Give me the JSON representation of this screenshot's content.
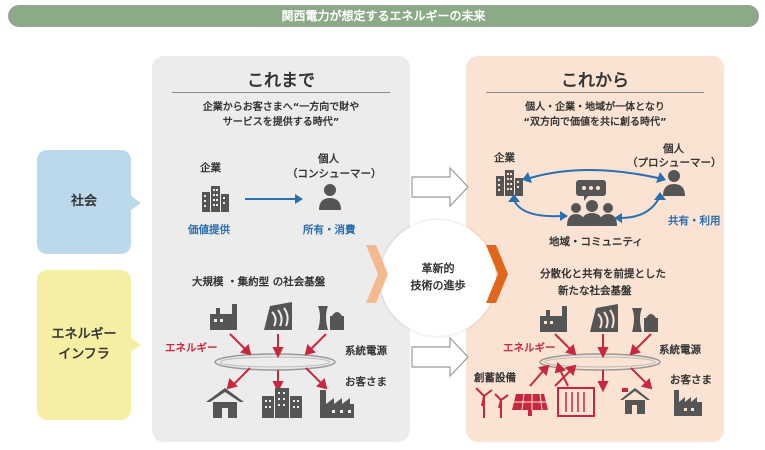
{
  "title": "関西電力が想定するエネルギーの未来",
  "left_panel": {
    "heading": "これまで",
    "subtitle_line1": "企業からお客さまへ“一方向で財や",
    "subtitle_line2": "サービスを提供する時代”",
    "company_label": "企業",
    "individual_label": "個人",
    "consumer_label": "（コンシューマー）",
    "value_label": "価値提供",
    "ownership_label": "所有・消費",
    "infra_label": "大規模 ・集約型 の社会基盤",
    "energy_label": "エネルギー",
    "grid_label": "系統電源",
    "customer_label": "お客さま"
  },
  "right_panel": {
    "heading": "これから",
    "subtitle_line1": "個人・企業・地域が一体となり",
    "subtitle_line2": "“双方向で価値を共に創る時代”",
    "company_label": "企業",
    "individual_label": "個人",
    "prosumer_label": "（プロシューマー）",
    "share_label": "共有・利用",
    "community_label": "地域・コミュニティ",
    "infra_line1": "分散化と共有を前提とした",
    "infra_line2": "新たな社会基盤",
    "energy_label": "エネルギー",
    "grid_label": "系統電源",
    "storage_label": "創蓄設備",
    "customer_label": "お客さま"
  },
  "sidebar": {
    "society": "社会",
    "infra_line1": "エネルギー",
    "infra_line2": "インフラ"
  },
  "center": {
    "line1": "革新的",
    "line2": "技術の進歩"
  },
  "colors": {
    "title_bar": "#8aab86",
    "blue_arrow": "#2a6fb0",
    "red_arrow": "#c8283e",
    "chevron_light": "#f5b990",
    "chevron_dark": "#e0661c"
  }
}
